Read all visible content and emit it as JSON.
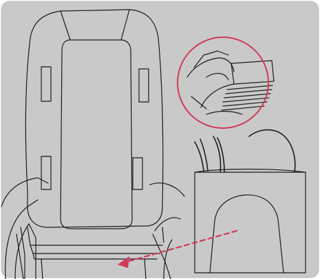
{
  "figure": {
    "subject": "massage-chair-cushion-assembly",
    "colors": {
      "panel": "#c9c9c9",
      "line": "#1a1a1a",
      "accent": "#d03a55",
      "fill_light": "#d2d2d2"
    },
    "callout": {
      "shape": "circle",
      "shows": "cushion-attachment-detail"
    },
    "arrow": {
      "style": "dashed",
      "direction": "toward-seat-base"
    }
  }
}
